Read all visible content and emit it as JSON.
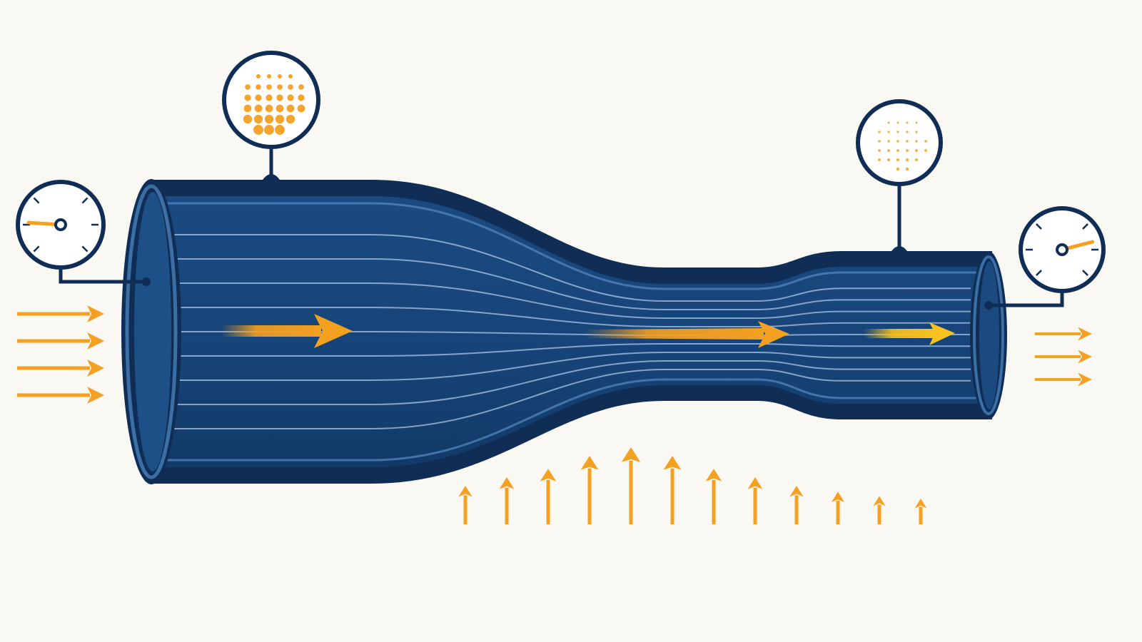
{
  "colors": {
    "background": "#faf8f3",
    "pipe_dark": "#102e55",
    "pipe_fill": "#17457a",
    "pipe_inner": "#1c5087",
    "pipe_rim": "#3b6fa6",
    "streamline": "#a9c6e6",
    "accent": "#f4a020",
    "accent_bright": "#f9b81e"
  },
  "icons": {
    "gauge": "pressure-gauge-icon",
    "particles": "particle-density-icon",
    "arrow": "flow-arrow-icon"
  },
  "diagram": {
    "inlet_gauge_needle": 0.18,
    "outlet_gauge_needle": 0.78,
    "inlet_particle_density": 0.9,
    "outlet_particle_density": 0.25,
    "inlet_arrows": 4,
    "outlet_arrows": 3,
    "pressure_arrows": [
      0.45,
      0.55,
      0.65,
      0.8,
      0.9,
      0.8,
      0.65,
      0.55,
      0.45,
      0.38,
      0.33,
      0.3
    ]
  }
}
